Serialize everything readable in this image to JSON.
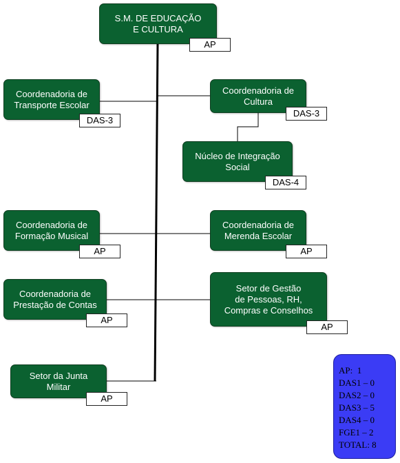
{
  "org_chart": {
    "root": {
      "title": "S.M. DE EDUCAÇÃO\nE CULTURA",
      "tag": "AP"
    },
    "units": [
      {
        "key": "transporte",
        "title": "Coordenadoria de\nTransporte Escolar",
        "tag": "DAS-3"
      },
      {
        "key": "cultura",
        "title": "Coordenadoria de\nCultura",
        "tag": "DAS-3"
      },
      {
        "key": "integracao",
        "title": "Núcleo de Integração\nSocial",
        "tag": "DAS-4"
      },
      {
        "key": "formacao",
        "title": "Coordenadoria de\nFormação Musical",
        "tag": "AP"
      },
      {
        "key": "merenda",
        "title": "Coordenadoria de\nMerenda Escolar",
        "tag": "AP"
      },
      {
        "key": "prestacao",
        "title": "Coordenadoria de\nPrestação de Contas",
        "tag": "AP"
      },
      {
        "key": "gestao",
        "title": "Setor de Gestão\nde Pessoas, RH,\nCompras e Conselhos",
        "tag": "AP"
      },
      {
        "key": "junta",
        "title": "Setor da Junta\nMilitar",
        "tag": "AP"
      }
    ]
  },
  "summary": {
    "lines": [
      "AP:  1",
      "DAS1 – 0",
      "DAS2 – 0",
      "DAS3 – 5",
      "DAS4 – 0",
      "FGE1 – 2",
      "TOTAL: 8"
    ]
  },
  "colors": {
    "node_fill": "#0b6130",
    "summary_fill": "#3b3cf5"
  }
}
